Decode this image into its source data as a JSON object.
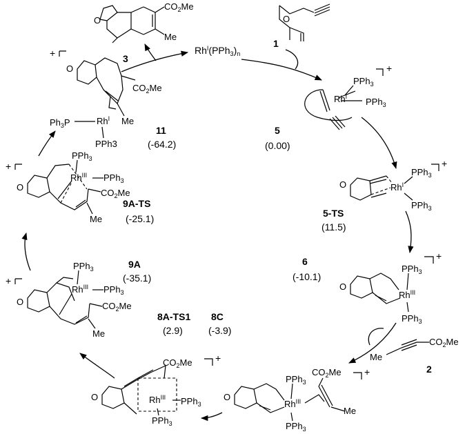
{
  "labels": {
    "c3": "3",
    "c1": "1",
    "c2": "2",
    "c11": "11",
    "c5": "5",
    "c5ts": "5-TS",
    "c6": "6",
    "c8c": "8C",
    "c8ats1": "8A-TS1",
    "c9a": "9A",
    "c9ats": "9A-TS"
  },
  "energies": {
    "c11": "(-64.2)",
    "c5": "(0.00)",
    "c5ts": "(11.5)",
    "c6": "(-10.1)",
    "c8c": "(-3.9)",
    "c8ats1": "(2.9)",
    "c9a": "(-35.1)",
    "c9ats": "(-25.1)"
  },
  "text": {
    "co2me": "CO",
    "co2me_sub": "2",
    "co2me_end": "Me",
    "me": "Me",
    "o": "O",
    "rh": "Rh",
    "pph": "PPh",
    "pph_sub": "3",
    "pph3_plain": "PPh3",
    "ph3p": "Ph",
    "ph3p_sub": "3",
    "ph3p_end": "P",
    "rh_I": "I",
    "rh_III": "III",
    "plus": "+",
    "catalyst_rh": "Rh",
    "catalyst_sup": "I",
    "catalyst_rest": "(PPh",
    "catalyst_sub3": "3",
    "catalyst_close": ")",
    "catalyst_subn": "n"
  }
}
